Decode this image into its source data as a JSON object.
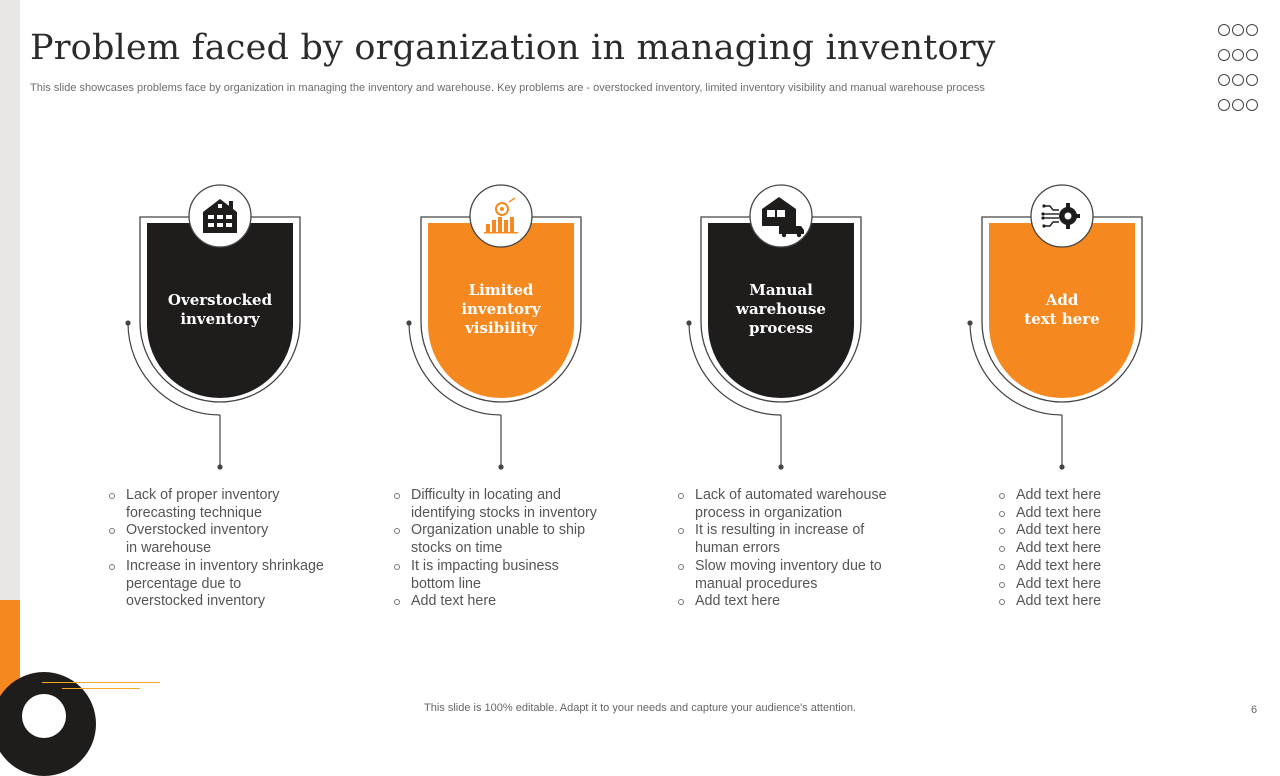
{
  "slide": {
    "title": "Problem faced by organization in managing inventory",
    "subtitle": "This slide showcases problems face by organization in managing the inventory and warehouse. Key problems are - overstocked inventory, limited inventory visibility and manual warehouse process",
    "footer": "This slide is 100% editable. Adapt it to your needs and capture your audience's attention.",
    "page_number": "6"
  },
  "colors": {
    "dark": "#1f1c1c",
    "orange": "#f5891f",
    "line": "#444444"
  },
  "cards": [
    {
      "label": [
        "Overstocked",
        "inventory"
      ],
      "icon": "warehouse-building-icon",
      "bullets": [
        [
          "Lack of proper inventory",
          "forecasting technique"
        ],
        [
          "Overstocked inventory",
          "in warehouse"
        ],
        [
          "Increase in inventory shrinkage",
          "percentage due to",
          "overstocked inventory"
        ]
      ]
    },
    {
      "label": [
        "Limited",
        "inventory",
        "visibility"
      ],
      "icon": "inventory-chart-icon",
      "bullets": [
        [
          "Difficulty in locating and",
          "identifying  stocks in inventory"
        ],
        [
          "Organization unable to ship",
          "stocks on time"
        ],
        [
          "It is impacting business",
          "bottom line"
        ],
        [
          "Add text here"
        ]
      ]
    },
    {
      "label": [
        "Manual",
        "warehouse",
        "process"
      ],
      "icon": "warehouse-truck-icon",
      "bullets": [
        [
          "Lack of automated warehouse",
          "process in organization"
        ],
        [
          "It is resulting in increase of",
          "human errors"
        ],
        [
          "Slow moving inventory due to",
          "manual procedures"
        ],
        [
          "Add text here"
        ]
      ]
    },
    {
      "label": [
        "Add",
        "text here"
      ],
      "icon": "digital-gear-icon",
      "bullets": [
        [
          "Add text here"
        ],
        [
          "Add text here"
        ],
        [
          "Add text here"
        ],
        [
          "Add text here"
        ],
        [
          "Add text here"
        ],
        [
          "Add text here"
        ],
        [
          "Add text here"
        ]
      ]
    }
  ]
}
